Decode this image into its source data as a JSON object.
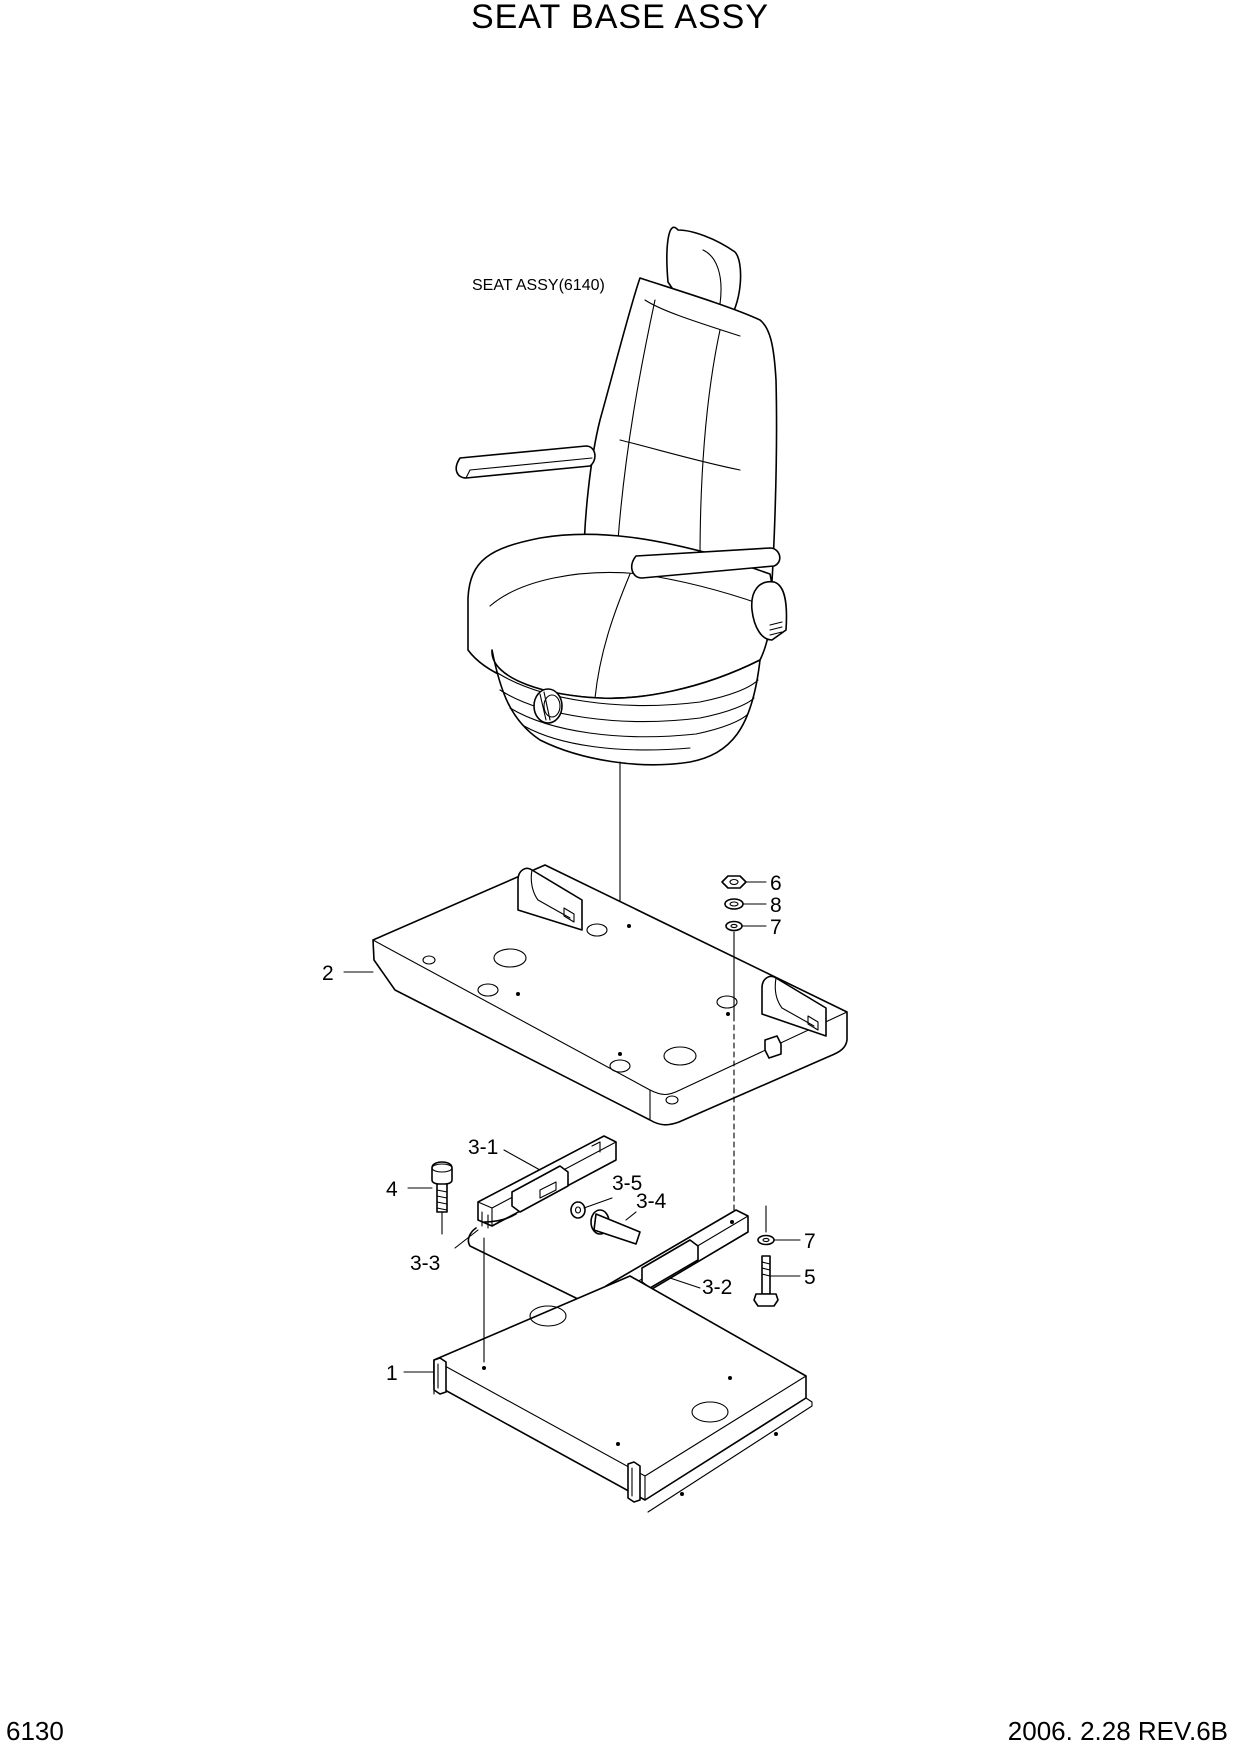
{
  "title": "SEAT BASE ASSY",
  "page_code": "6130",
  "revision": "2006. 2.28  REV.6B",
  "seat_note": "SEAT ASSY(6140)",
  "callouts": {
    "c1": "1",
    "c2": "2",
    "c3_1": "3-1",
    "c3_2": "3-2",
    "c3_3": "3-3",
    "c3_4": "3-4",
    "c3_5": "3-5",
    "c4": "4",
    "c5": "5",
    "c6": "6",
    "c7a": "7",
    "c7b": "7",
    "c8": "8"
  }
}
